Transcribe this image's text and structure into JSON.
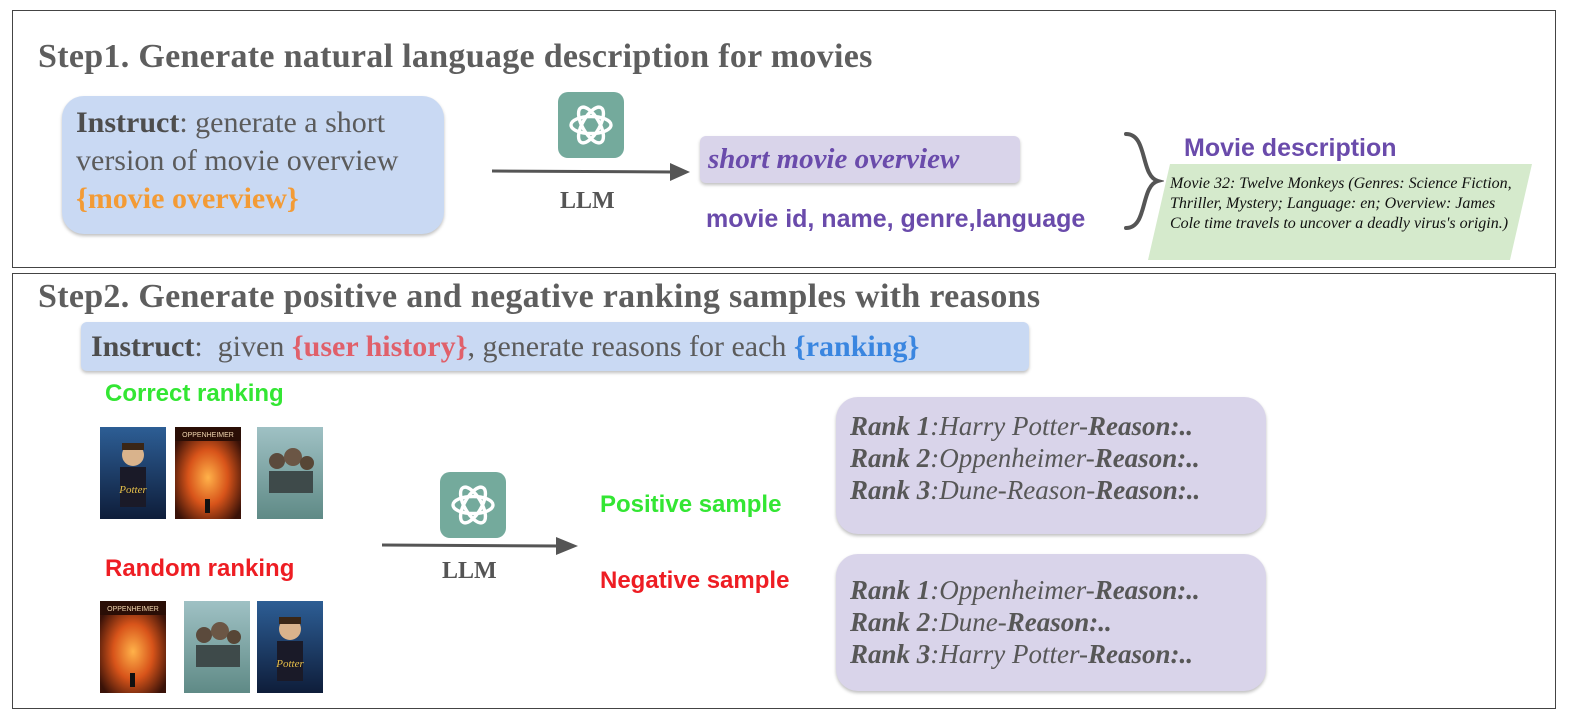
{
  "step1": {
    "title": "Step1. Generate natural language description for movies",
    "instruct_label": "Instruct",
    "instruct_text": ": generate a short version of movie overview",
    "instruct_placeholder": "{movie overview}",
    "llm_label": "LLM",
    "short_overview_label": "short movie overview",
    "meta_fields": "movie id, name, genre,language",
    "movie_description_title": "Movie description",
    "movie_description_text": "Movie 32: Twelve Monkeys (Genres: Science Fiction, Thriller, Mystery; Language: en; Overview: James Cole time travels to uncover a deadly virus's origin.)"
  },
  "step2": {
    "title": "Step2. Generate positive and negative ranking samples with reasons",
    "instruct_label": "Instruct",
    "instruct_part1": ":  given ",
    "instruct_user_history": "{user history}",
    "instruct_part2": ", generate reasons for each ",
    "instruct_ranking": "{ranking}",
    "correct_ranking_label": "Correct ranking",
    "random_ranking_label": "Random ranking",
    "llm_label": "LLM",
    "positive_label": "Positive sample",
    "negative_label": "Negative sample",
    "positive_ranks": [
      {
        "rank": "Rank 1",
        "text": ":Harry Potter-",
        "reason": "Reason:.."
      },
      {
        "rank": "Rank 2",
        "text": ":Oppenheimer-",
        "reason": "Reason:.."
      },
      {
        "rank": "Rank 3",
        "text": ":Dune-Reason-",
        "reason": "Reason:.."
      }
    ],
    "negative_ranks": [
      {
        "rank": "Rank 1",
        "text": ":Oppenheimer-",
        "reason": "Reason:.."
      },
      {
        "rank": "Rank 2",
        "text": ":Dune-",
        "reason": "Reason:.."
      },
      {
        "rank": "Rank 3",
        "text": ":Harry Potter-",
        "reason": "Reason:.."
      }
    ],
    "posters_correct": [
      "harry-potter",
      "oppenheimer",
      "dune"
    ],
    "posters_random": [
      "oppenheimer",
      "dune",
      "harry-potter"
    ]
  },
  "colors": {
    "instruct_bg": "#c9d9f3",
    "orange": "#f39b35",
    "purple": "#6a4bab",
    "green_label": "#33e633",
    "red_label": "#ee1d23",
    "user_history": "#e0606a",
    "ranking_blue": "#3a86e0",
    "llm_green": "#74aa9c",
    "rank_box_bg": "#d9d4ea",
    "description_bg": "#d5eacc"
  }
}
